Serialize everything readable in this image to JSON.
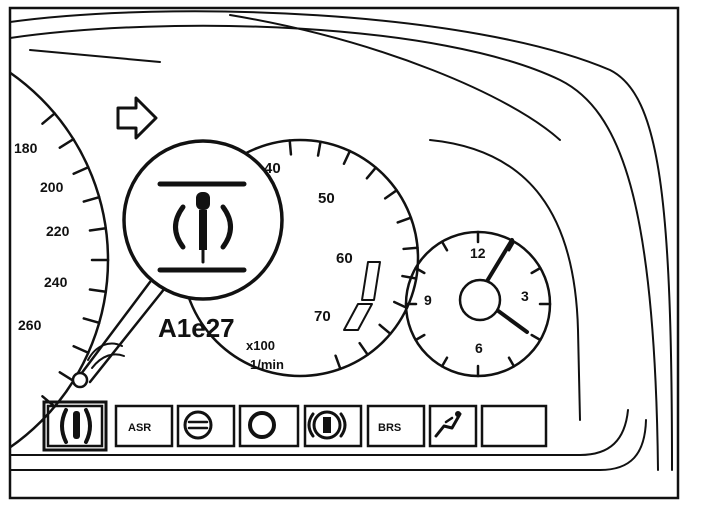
{
  "speedometer": {
    "labels": [
      "180",
      "200",
      "220",
      "240",
      "260"
    ]
  },
  "tachometer": {
    "labels": [
      "40",
      "50",
      "60",
      "70"
    ],
    "unit_multiplier": "x100",
    "unit": "1/min"
  },
  "clock": {
    "labels": [
      "12",
      "3",
      "6",
      "9"
    ]
  },
  "figure_label": "A1e27",
  "indicator_panel": {
    "items": [
      {
        "name": "suspension-warning-light",
        "icon": "suspension-icon",
        "label": ""
      },
      {
        "name": "asr-indicator-light",
        "icon": "",
        "label": "ASR"
      },
      {
        "name": "brake-indicator-light",
        "icon": "brake-circle-icon",
        "label": ""
      },
      {
        "name": "ring-indicator-light",
        "icon": "ring-icon",
        "label": ""
      },
      {
        "name": "brake-pad-indicator-light",
        "icon": "brake-pad-icon",
        "label": ""
      },
      {
        "name": "brs-indicator-light",
        "icon": "",
        "label": "BRS"
      },
      {
        "name": "seat-indicator-light",
        "icon": "seat-icon",
        "label": ""
      },
      {
        "name": "blank-indicator-slot",
        "icon": "",
        "label": ""
      }
    ]
  }
}
